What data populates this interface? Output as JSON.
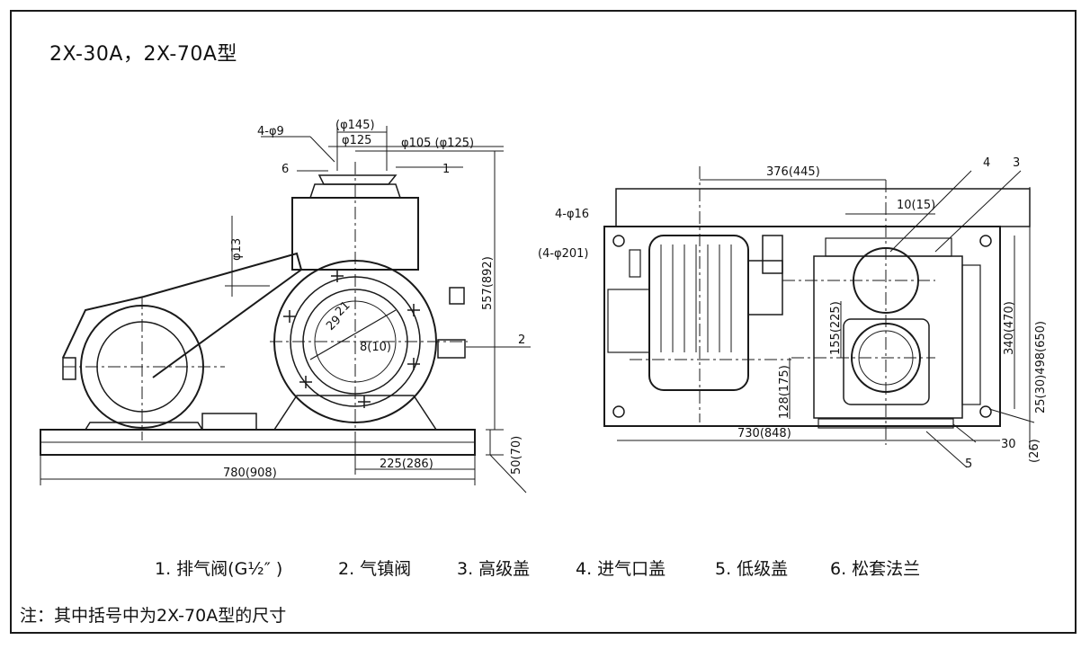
{
  "title": "2X-30A，2X-70A型",
  "side_view": {
    "dims": {
      "flange_outer": "(φ145)",
      "flange_inner": "φ125",
      "flange_bolts": "4-φ9",
      "inlet": "φ105 (φ125)",
      "height": "557(892)",
      "hole": "φ13",
      "r21": "21",
      "r29": "29",
      "d8": "8(10)",
      "total_length": "780(908)",
      "offset": "225(286)",
      "base_height": "50(70)"
    },
    "callouts": [
      "6",
      "1",
      "2"
    ]
  },
  "top_view": {
    "dims": {
      "width_376": "376(445)",
      "bolt_holes": "4-φ16",
      "bolt_circle": "(4-φ201)",
      "d10": "10(15)",
      "d155": "155(225)",
      "d128": "128(175)",
      "total_length": "730(848)",
      "d340": "340(470)",
      "d498": "25(30)498(650)",
      "d30": "30",
      "d26": "(26)"
    },
    "callouts": [
      "4",
      "3",
      "5"
    ]
  },
  "legend": [
    "1. 排气阀(G½″ )",
    "2. 气镇阀",
    "3. 高级盖",
    "4. 进气口盖",
    "5. 低级盖",
    "6. 松套法兰"
  ],
  "note": "注：其中括号中为2X-70A型的尺寸"
}
